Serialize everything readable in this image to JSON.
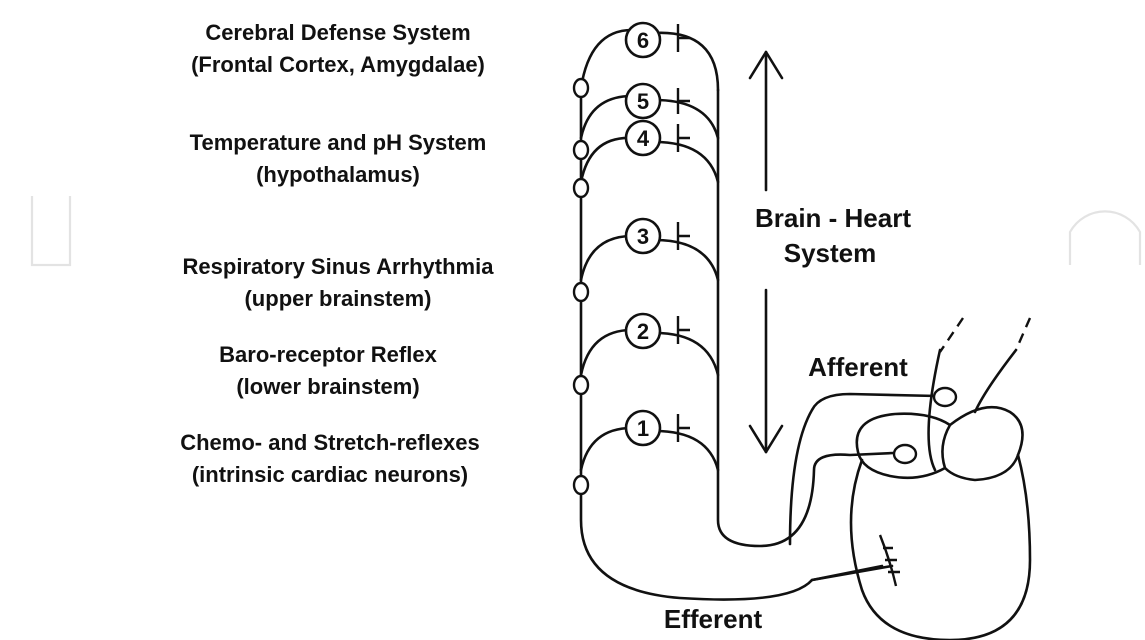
{
  "levels": [
    {
      "number": "6",
      "title": "Cerebral Defense System",
      "subtitle": "(Frontal Cortex, Amygdalae)"
    },
    {
      "number": "5",
      "title": "",
      "subtitle": ""
    },
    {
      "number": "4",
      "title": "Temperature and pH System",
      "subtitle": "(hypothalamus)"
    },
    {
      "number": "3",
      "title": "Respiratory Sinus Arrhythmia",
      "subtitle": "(upper brainstem)"
    },
    {
      "number": "2",
      "title": "Baro-receptor Reflex",
      "subtitle": "(lower brainstem)"
    },
    {
      "number": "1",
      "title": "Chemo- and Stretch-reflexes",
      "subtitle": "(intrinsic cardiac neurons)"
    }
  ],
  "system_label": {
    "line1": "Brain - Heart",
    "line2": "System"
  },
  "afferent_label": "Afferent",
  "efferent_label": "Efferent"
}
